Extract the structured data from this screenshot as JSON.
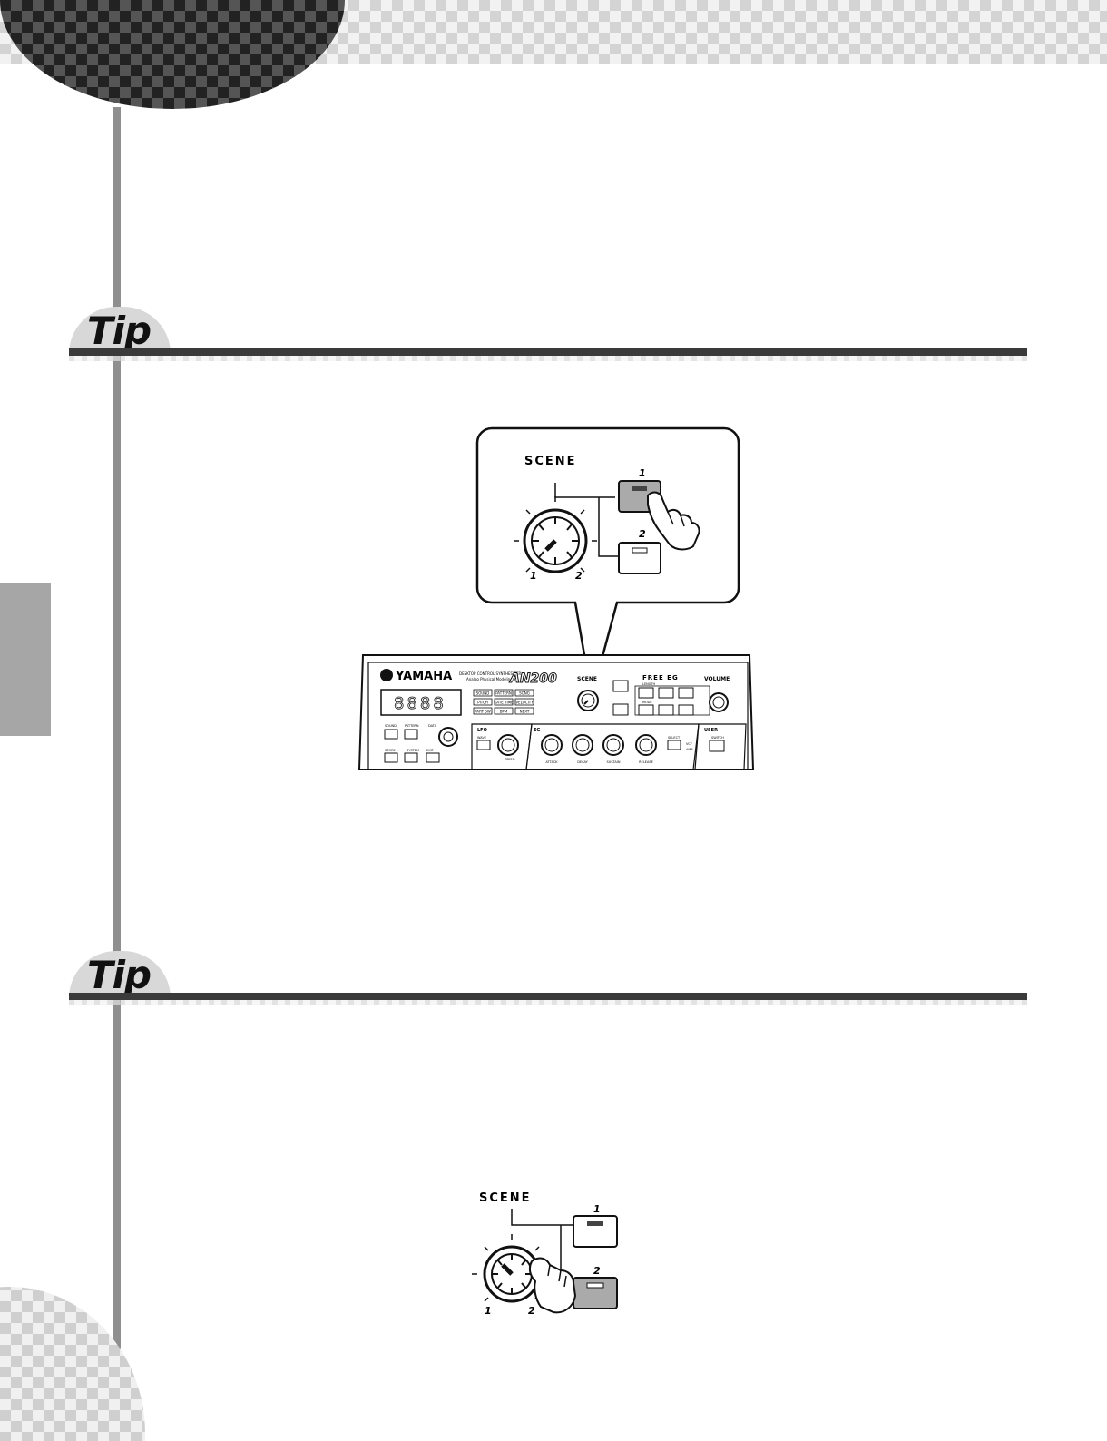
{
  "tips": [
    {
      "label": "Tip"
    },
    {
      "label": "Tip"
    }
  ],
  "figure1": {
    "callout": {
      "scene_label": "SCENE",
      "button1_number": "1",
      "button2_number": "2",
      "dial_left_mark": "1",
      "dial_right_mark": "2"
    },
    "panel": {
      "brand": "YAMAHA",
      "model": "AN200",
      "subtitle": "DESKTOP CONTROL SYNTHESIZER",
      "sublabel": "Analog Physical Modeling",
      "display": "8888",
      "mode_buttons": [
        "SOUND",
        "PATTERN",
        "SONG",
        "PITCH",
        "GATE TIME",
        "VELOCITY",
        "PART SW",
        "BPM",
        "NEXT"
      ],
      "scene_label": "SCENE",
      "free_eg_label": "FREE EG",
      "free_eg_sublabels": [
        "LENGTH",
        "MODE"
      ],
      "volume_label": "VOLUME",
      "lower_left_labels": [
        "SOUND",
        "PATTERN",
        "DATA",
        "STORE",
        "SYSTEM",
        "EXIT"
      ],
      "lfo_label": "LFO",
      "lfo_knobs": [
        "WAVE",
        "SPEED"
      ],
      "eg_label": "EG",
      "eg_knobs": [
        "ATTACK",
        "DECAY",
        "SUSTAIN",
        "RELEASE"
      ],
      "select_label": "SELECT",
      "select_options": [
        "VCF",
        "AMP"
      ],
      "user_label": "USER",
      "switch_label": "SWITCH"
    }
  },
  "figure2": {
    "scene_label": "SCENE",
    "button1_number": "1",
    "button2_number": "2",
    "dial_left_mark": "1",
    "dial_right_mark": "2"
  }
}
